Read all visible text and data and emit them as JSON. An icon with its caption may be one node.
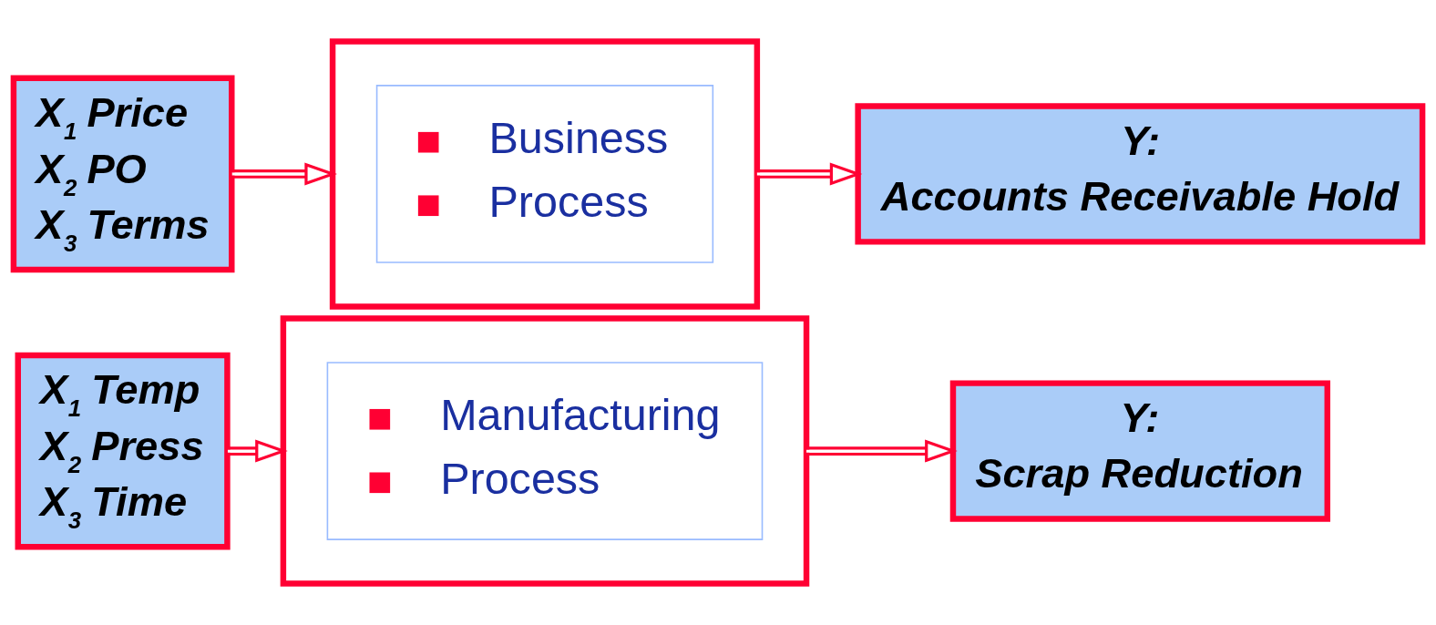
{
  "diagram": {
    "nodes": [
      {
        "text": [
          "X$_{1}$ Price",
          "X$_{2}$ PO",
          "X$_{3}$ Terms"
        ]
      },
      {
        "text": [],
        "shape": "box"
      },
      {
        "text": [
          "Business",
          "Process"
        ],
        "in": 1
      },
      {
        "text": [
          "Y:",
          "Accounts Receivable Hold"
        ]
      },
      {
        "text": [
          "X$_{1}$ Temp",
          "X$_{2}$ Press",
          "X$_{3}$ Time"
        ]
      },
      {
        "text": [],
        "shape": "box"
      },
      {
        "text": [
          "Manufacturing",
          "Process"
        ],
        "in": 5
      },
      {
        "text": [
          "Y:",
          "Scrap Reduction"
        ]
      }
    ],
    "edges": [
      {
        "from": 0,
        "to": 1,
        "arrow": "to"
      },
      {
        "from": 1,
        "to": 3,
        "arrow": "to"
      },
      {
        "from": 4,
        "to": 5,
        "arrow": "to"
      },
      {
        "from": 5,
        "to": 7,
        "arrow": "to"
      }
    ]
  }
}
